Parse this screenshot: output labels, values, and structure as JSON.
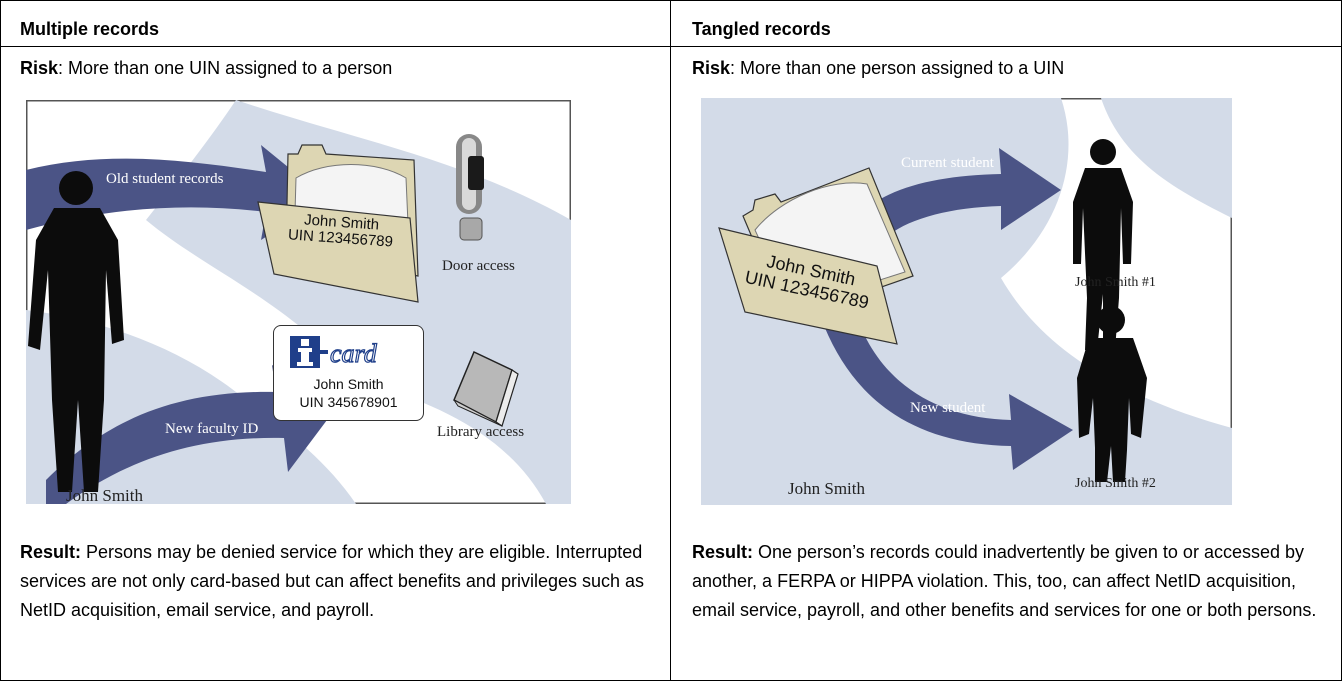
{
  "left": {
    "heading": "Multiple records",
    "risk_label": "Risk",
    "risk_text": ": More than one UIN assigned to a person",
    "result_label": "Result:",
    "result_text": " Persons may be denied service for which they are eligible. Interrupted services are not only card-based but can affect benefits and privileges such as NetID acquisition,  email service, and payroll.",
    "arrow_top_label": "Old student records",
    "arrow_bottom_label": "New faculty ID",
    "folder_line1": "John Smith",
    "folder_line2": "UIN 123456789",
    "door_label": "Door access",
    "library_label": "Library access",
    "card_name": "John Smith",
    "card_uin": "UIN 345678901",
    "card_logo_text": "card",
    "person_label": "John Smith"
  },
  "right": {
    "heading": "Tangled records",
    "risk_label": "Risk",
    "risk_text": ": More than one person assigned to a UIN",
    "result_label": "Result:",
    "result_text": " One person’s records could inadvertently be given to or accessed by  another, a FERPA or HIPPA violation. This, too, can affect NetID acquisition, email service, payroll, and other benefits and services for one or both persons.",
    "arrow_top_label": "Current student",
    "arrow_bottom_label": "New student",
    "folder_line1": "John Smith",
    "folder_line2": "UIN 123456789",
    "person1_label": "John Smith #1",
    "person2_label": "John Smith #2",
    "source_label": "John Smith"
  },
  "colors": {
    "arrow": "#4b5486",
    "swoosh": "#d3dbe8",
    "folder": "#ddd6b3",
    "silhouette": "#0c0c0c"
  }
}
